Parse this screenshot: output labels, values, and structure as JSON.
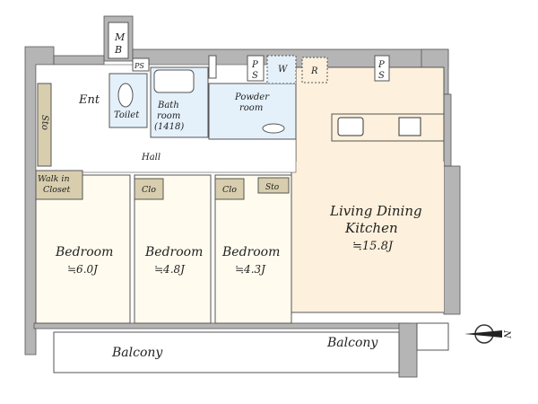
{
  "rooms": {
    "mb": [
      "M",
      "B"
    ],
    "ps": "PS",
    "ps_v": [
      "P",
      "S"
    ],
    "ent": "Ent",
    "sto": "Sto",
    "toilet": "Toilet",
    "bath": [
      "Bath",
      "room",
      "(1418)"
    ],
    "powder": [
      "Powder",
      "room"
    ],
    "w": "W",
    "r": "R",
    "hall": "Hall",
    "walkin": [
      "Walk in",
      "Closet"
    ],
    "clo": "Clo",
    "ldk": [
      "Living Dining",
      "Kitchen",
      "≒15.8J"
    ],
    "bed1": [
      "Bedroom",
      "≒6.0J"
    ],
    "bed2": [
      "Bedroom",
      "≒4.8J"
    ],
    "bed3": [
      "Bedroom",
      "≒4.3J"
    ],
    "balcony": "Balcony",
    "north": "N"
  },
  "colors": {
    "wall": "#b5b5b5",
    "ldk": "#fdf0dc",
    "wet": "#e4f0fa",
    "storage": "#d8ceae",
    "bedroom": "#fffcef"
  }
}
